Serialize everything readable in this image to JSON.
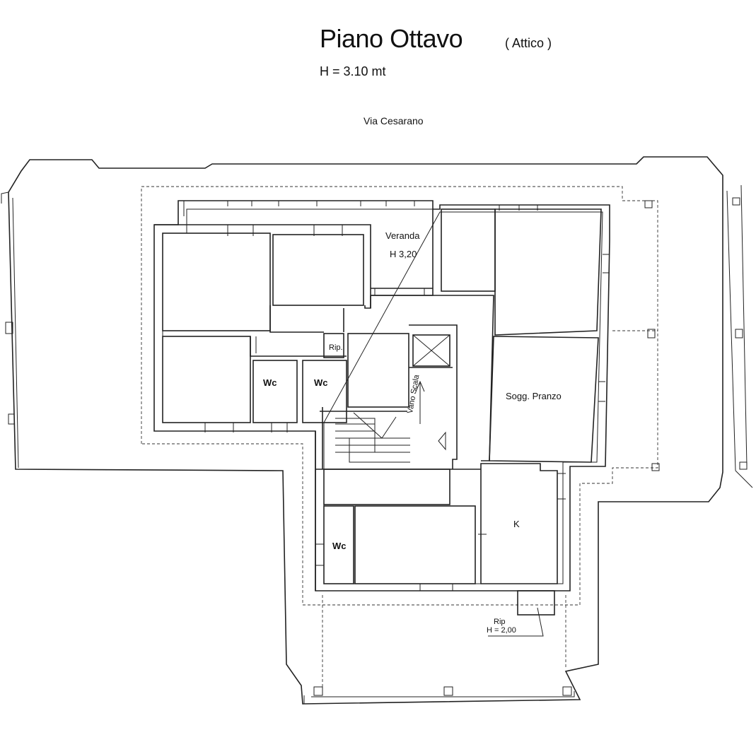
{
  "header": {
    "title": "Piano Ottavo",
    "subtitle": "( Attico )",
    "height_note": "H = 3.10 mt",
    "street": "Via Cesarano"
  },
  "rooms": {
    "veranda": "Veranda",
    "veranda_height": "H 3,20",
    "rip_top": "Rip.",
    "wc_1": "Wc",
    "wc_2": "Wc",
    "wc_3": "Wc",
    "vano_scala": "Vano Scala",
    "soggiorno": "Sogg. Pranzo",
    "kitchen": "K",
    "rip_bottom": "Rip",
    "rip_bottom_height": "H = 2,00"
  },
  "colors": {
    "line": "#222222",
    "background": "#ffffff"
  }
}
